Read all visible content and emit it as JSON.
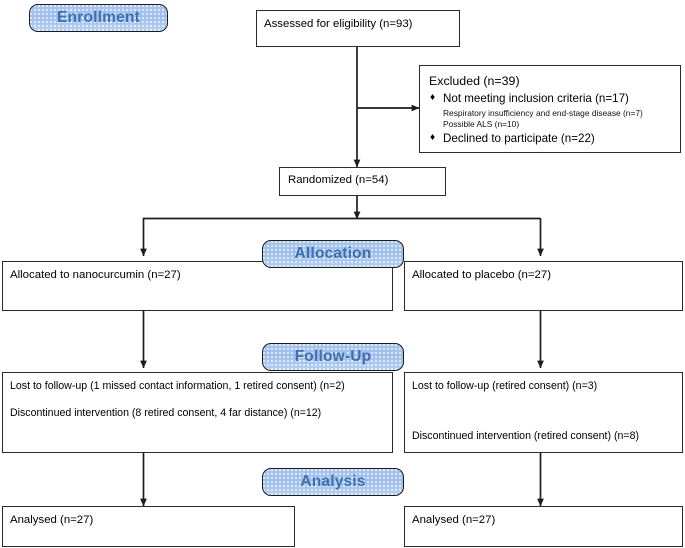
{
  "diagram": {
    "type": "consort-flow-diagram",
    "accent_banner_color": "#a8c6f0",
    "banner_text_color": "#3b6fb0",
    "line_color": "#222222"
  },
  "stages": {
    "enrollment": "Enrollment",
    "allocation": "Allocation",
    "followup": "Follow-Up",
    "analysis": "Analysis"
  },
  "enrollment": {
    "assessed": "Assessed for eligibility (n=93)",
    "excluded_title": "Excluded  (n=39)",
    "excluded_items": [
      {
        "bullet": "♦",
        "text": "Not meeting inclusion criteria (n=17)"
      },
      {
        "bullet": "♦",
        "text": "Declined to participate (n=22)"
      }
    ],
    "excluded_sublines": [
      "Respiratory insufficiency and end-stage disease (n=7)",
      "Possible ALS (n=10)"
    ],
    "randomized": "Randomized (n=54)"
  },
  "allocation": {
    "left": "Allocated to nanocurcumin (n=27)",
    "right": "Allocated to placebo (n=27)"
  },
  "followup": {
    "left_lost": "Lost to follow-up (1 missed contact information, 1 retired consent) (n=2)",
    "left_discontinued": "Discontinued intervention (8 retired consent, 4 far distance) (n=12)",
    "right_lost": "Lost to follow-up (retired consent) (n=3)",
    "right_discontinued": "Discontinued intervention (retired consent) (n=8)"
  },
  "analysis": {
    "left": "Analysed (n=27)",
    "right": "Analysed (n=27)"
  }
}
